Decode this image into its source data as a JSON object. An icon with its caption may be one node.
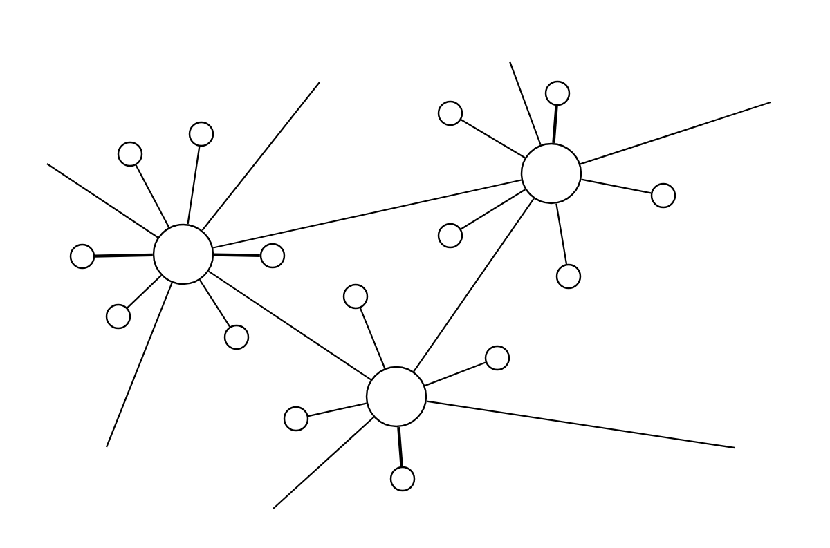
{
  "diagram": {
    "nodes": [
      {
        "text": [],
        "shape": "circle"
      },
      {
        "text": [],
        "shape": "circle"
      },
      {
        "text": [],
        "shape": "circle"
      },
      {
        "text": [],
        "shape": "circle"
      },
      {
        "text": [],
        "shape": "circle"
      },
      {
        "text": [],
        "shape": "circle"
      },
      {
        "text": [],
        "shape": "circle"
      },
      {
        "text": [],
        "shape": "circle"
      },
      {
        "text": [],
        "shape": "circle"
      },
      {
        "text": [],
        "shape": "circle"
      },
      {
        "text": [],
        "shape": "circle"
      },
      {
        "text": [],
        "shape": "circle"
      },
      {
        "text": [],
        "shape": "circle"
      },
      {
        "text": [],
        "shape": "circle"
      },
      {
        "text": [],
        "shape": "circle"
      },
      {
        "text": [],
        "shape": "circle"
      },
      {
        "text": [],
        "shape": "circle"
      },
      {
        "text": [],
        "shape": "circle"
      }
    ],
    "edges": [
      {
        "from": 0,
        "to": 1,
        "arrow": "none"
      },
      {
        "from": 0,
        "to": 2,
        "arrow": "none"
      },
      {
        "from": 0,
        "to": 3,
        "arrow": "none",
        "style": "thick"
      },
      {
        "from": 0,
        "to": 4,
        "arrow": "none",
        "style": "thick"
      },
      {
        "from": 0,
        "to": 5,
        "arrow": "none"
      },
      {
        "from": 0,
        "to": 6,
        "arrow": "none"
      },
      {
        "from": 7,
        "to": 8,
        "arrow": "none"
      },
      {
        "from": 7,
        "to": 9,
        "arrow": "none",
        "style": "thick"
      },
      {
        "from": 7,
        "to": 10,
        "arrow": "none"
      },
      {
        "from": 7,
        "to": 11,
        "arrow": "none"
      },
      {
        "from": 7,
        "to": 12,
        "arrow": "none"
      },
      {
        "from": 13,
        "to": 14,
        "arrow": "none"
      },
      {
        "from": 13,
        "to": 15,
        "arrow": "none"
      },
      {
        "from": 13,
        "to": 16,
        "arrow": "none"
      },
      {
        "from": 13,
        "to": 17,
        "arrow": "none",
        "style": "thick"
      },
      {
        "from": 0,
        "to": 7,
        "arrow": "none"
      },
      {
        "from": 0,
        "to": 13,
        "arrow": "none"
      },
      {
        "from": 7,
        "to": 13,
        "arrow": "none"
      },
      {
        "from": 0,
        "to": null,
        "arrow": "none"
      },
      {
        "from": 0,
        "to": null,
        "arrow": "none"
      },
      {
        "from": 0,
        "to": null,
        "arrow": "none"
      },
      {
        "from": 7,
        "to": null,
        "arrow": "none"
      },
      {
        "from": 7,
        "to": null,
        "arrow": "none"
      },
      {
        "from": 13,
        "to": null,
        "arrow": "none"
      },
      {
        "from": 13,
        "to": null,
        "arrow": "none"
      }
    ]
  }
}
